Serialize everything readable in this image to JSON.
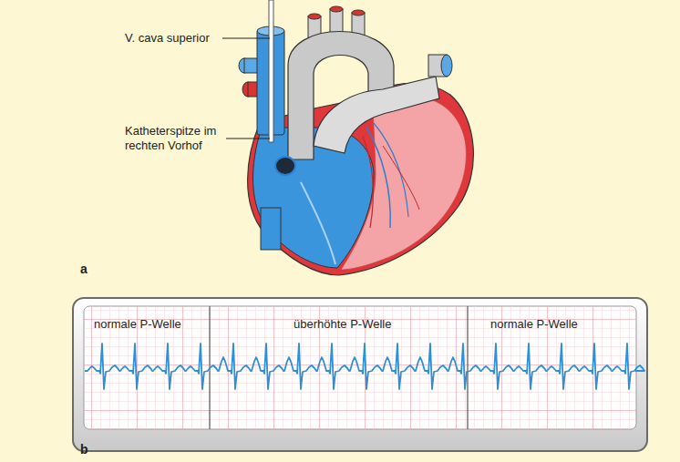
{
  "diagram": {
    "labels": [
      "V. cava superior",
      "Katheterspitze im rechten Vorhof",
      "a",
      "normale P-Welle",
      "überhöhte P-Welle",
      "normale P-Welle",
      "b"
    ]
  }
}
